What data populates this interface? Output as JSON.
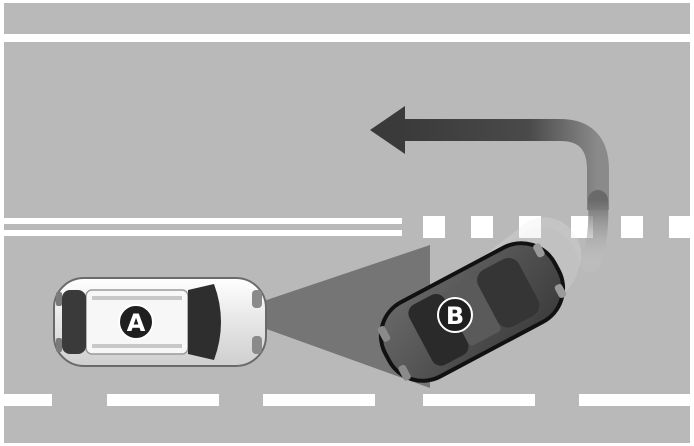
{
  "diagram": {
    "vehicles": [
      {
        "id": "A",
        "label": "A",
        "color": "#f2f2f2"
      },
      {
        "id": "B",
        "label": "B",
        "color": "#4a4a4a"
      }
    ],
    "colors": {
      "road": "#b9b9b9",
      "lane_marking": "#ffffff",
      "sensor_cone": "#666666",
      "arrow": "#3f3f3f",
      "badge": "#1f1f1f"
    },
    "icons": [
      "u-turn-arrow-icon",
      "sensor-cone",
      "car-icon"
    ]
  }
}
